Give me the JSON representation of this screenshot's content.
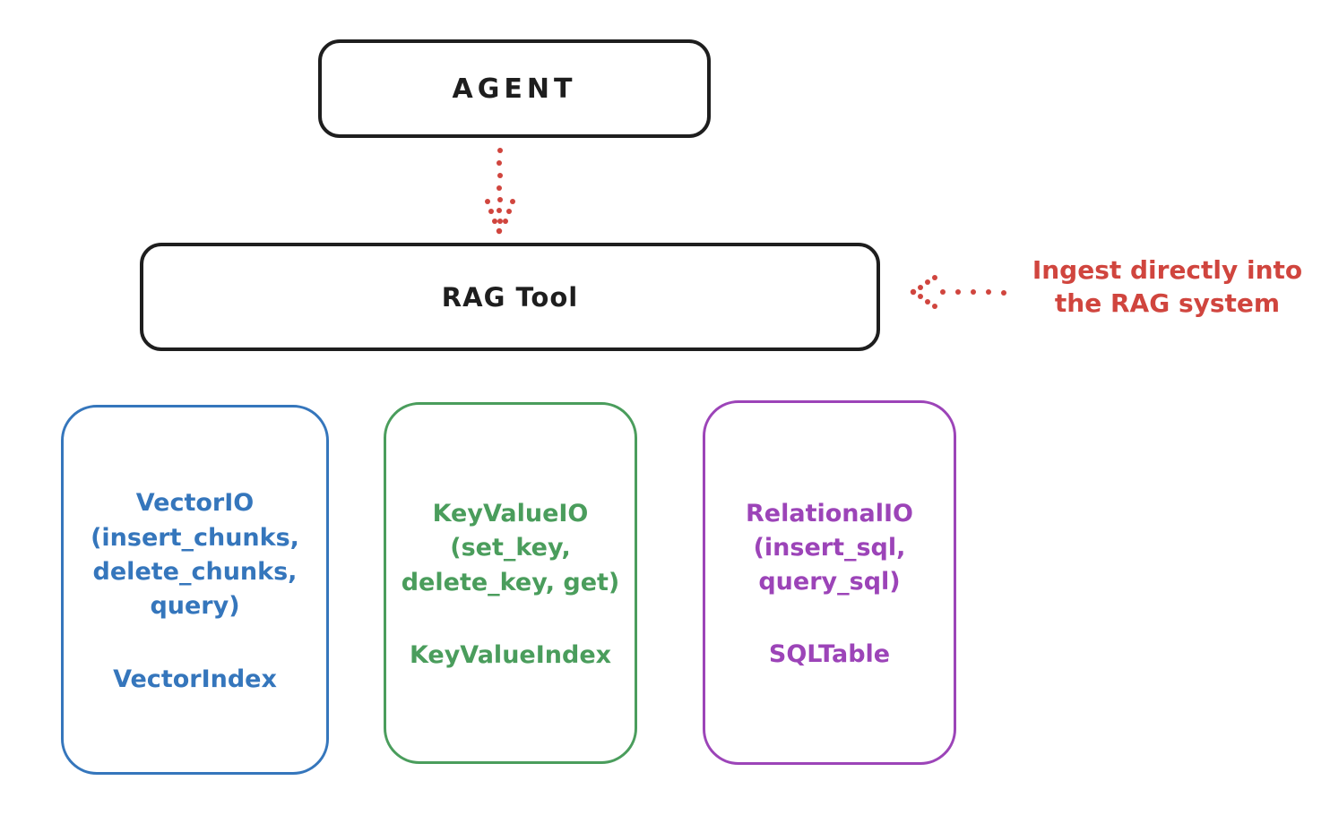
{
  "agent_box": {
    "label": "AGENT"
  },
  "rag_tool_box": {
    "label": "RAG Tool"
  },
  "annotation": {
    "text": "Ingest directly into\nthe RAG system"
  },
  "stores": [
    {
      "name": "vector-io",
      "io_text": "VectorIO\n(insert_chunks,\ndelete_chunks,\nquery)",
      "index_label": "VectorIndex",
      "color": "#3576bc"
    },
    {
      "name": "key-value-io",
      "io_text": "KeyValueIO\n(set_key,\ndelete_key, get)",
      "index_label": "KeyValueIndex",
      "color": "#4a9d5c"
    },
    {
      "name": "relational-io",
      "io_text": "RelationalIO\n(insert_sql,\nquery_sql)",
      "index_label": "SQLTable",
      "color": "#9c44b8"
    }
  ],
  "colors": {
    "ink": "#1e1e1e",
    "red": "#d0453e",
    "blue": "#3576bc",
    "green": "#4a9d5c",
    "purple": "#9c44b8",
    "background": "#ffffff"
  }
}
